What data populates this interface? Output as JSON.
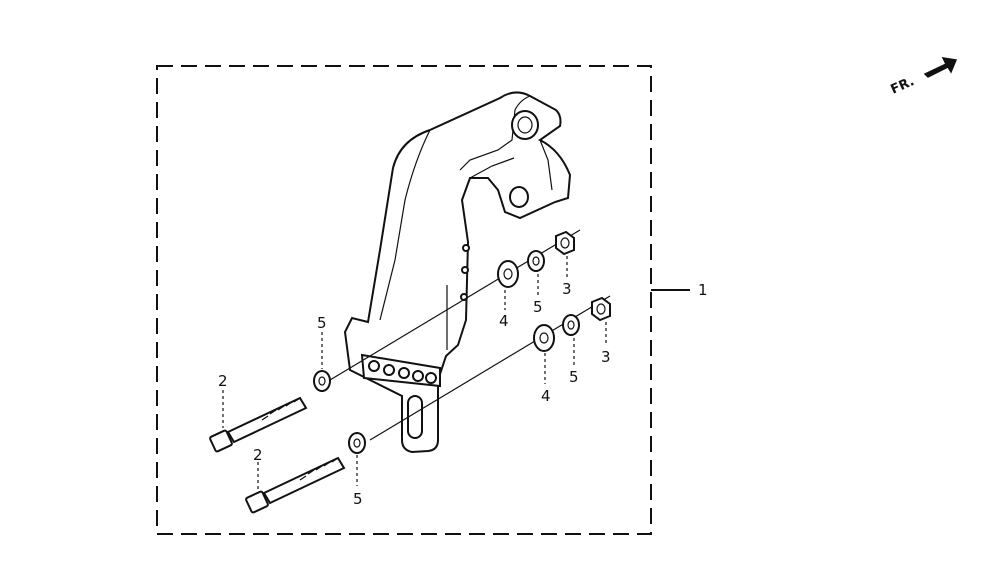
{
  "direction_label": "FR.",
  "callouts": {
    "assembly": "1",
    "bolt_upper": "2",
    "bolt_lower": "2",
    "nut_upper": "3",
    "nut_lower": "3",
    "washer_upper": "4",
    "washer_lower": "4",
    "lockwasher_upper_left": "5",
    "lockwasher_upper_right": "5",
    "lockwasher_lower_right": "5",
    "lockwasher_lower_left": "5"
  }
}
